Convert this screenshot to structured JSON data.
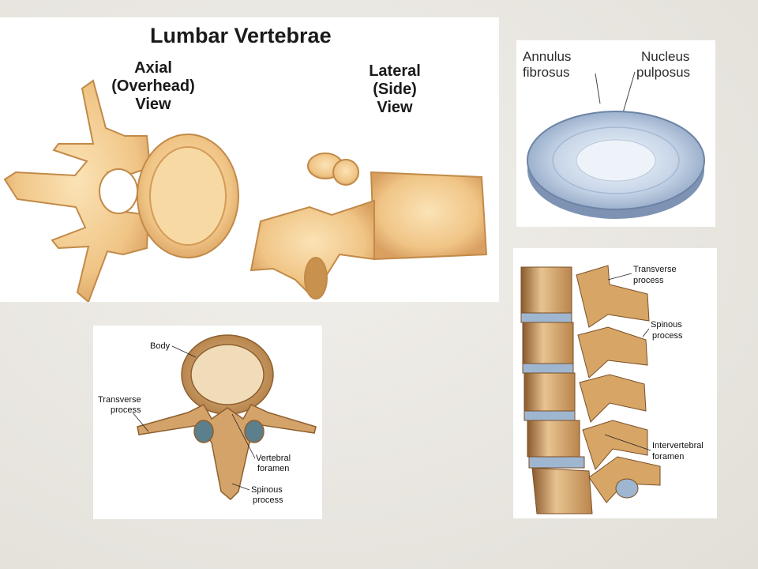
{
  "panel_top": {
    "title": "Lumbar Vertebrae",
    "axial_view": [
      "Axial",
      "(Overhead)",
      "View"
    ],
    "lateral_view": [
      "Lateral",
      "(Side)",
      "View"
    ]
  },
  "panel_disc": {
    "annulus": [
      "Annulus",
      "fibrosus"
    ],
    "nucleus": [
      "Nucleus",
      "pulposus"
    ]
  },
  "panel_superior": {
    "body": "Body",
    "transverse": [
      "Transverse",
      "process"
    ],
    "vertebral_foramen": [
      "Vertebral",
      "foramen"
    ],
    "spinous": [
      "Spinous",
      "process"
    ]
  },
  "panel_column": {
    "transverse": [
      "Transverse",
      "process"
    ],
    "spinous": [
      "Spinous",
      "process"
    ],
    "intervertebral": [
      "Intervertebral",
      "foramen"
    ]
  },
  "colors": {
    "bone": "#f2c98a",
    "bone_dark": "#c9914e",
    "disc": "#b9cbe2",
    "page_bg": "#ece9e4"
  }
}
